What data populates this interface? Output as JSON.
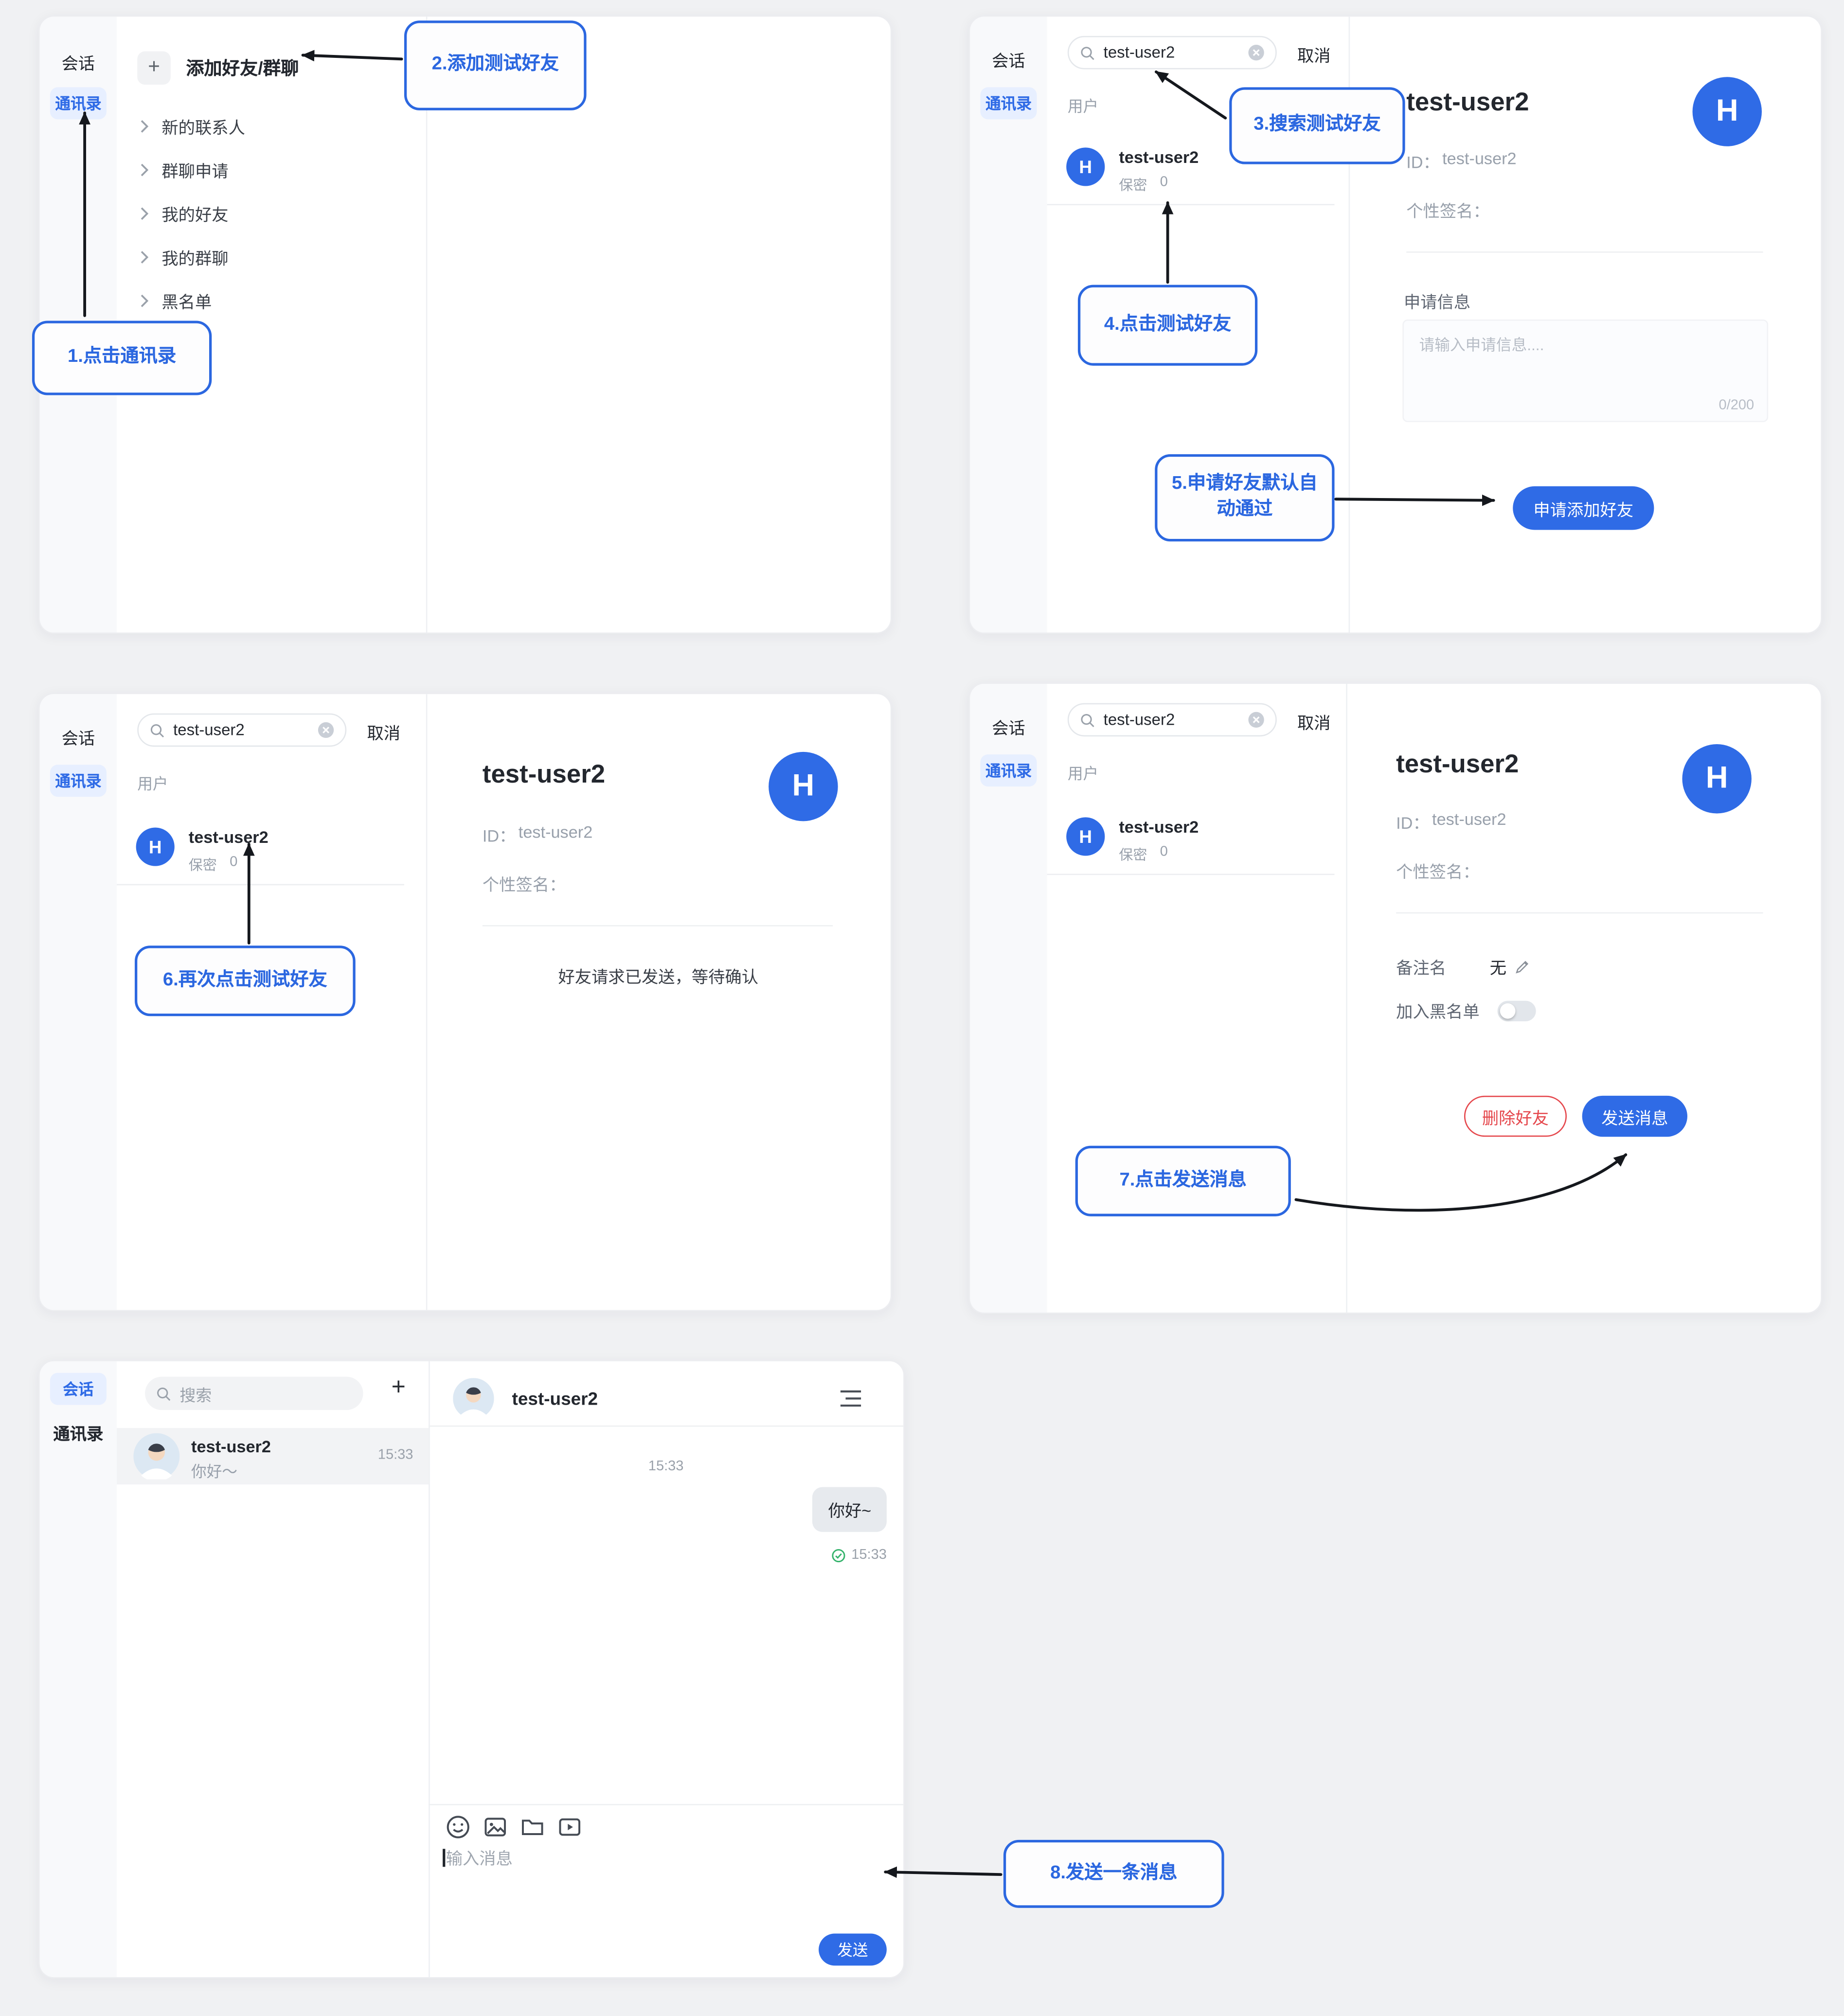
{
  "colors": {
    "accent": "#2f6be6",
    "annotation_blue": "#2b67e0",
    "danger": "#e5484d",
    "page_bg": "#f0f1f3"
  },
  "annotations": {
    "step1": "1.点击通讯录",
    "step2": "2.添加测试好友",
    "step3": "3.搜索测试好友",
    "step4": "4.点击测试好友",
    "step5": "5.申请好友默认自动通过",
    "step6": "6.再次点击测试好友",
    "step7": "7.点击发送消息",
    "step8": "8.发送一条消息"
  },
  "panel1": {
    "sidebar": {
      "session": "会话",
      "contacts": "通讯录"
    },
    "header": {
      "plus": "+",
      "title": "添加好友/群聊"
    },
    "list": [
      "新的联系人",
      "群聊申请",
      "我的好友",
      "我的群聊",
      "黑名单"
    ]
  },
  "panel2": {
    "sidebar": {
      "session": "会话",
      "contacts": "通讯录"
    },
    "search": {
      "value": "test-user2",
      "cancel": "取消"
    },
    "user_section": "用户",
    "user": {
      "avatar": "H",
      "name": "test-user2",
      "privacy": "保密",
      "count": "0"
    },
    "profile": {
      "name": "test-user2",
      "avatar": "H",
      "id_label": "ID：",
      "id_value": "test-user2",
      "signature_label": "个性签名：",
      "apply_label": "申请信息",
      "apply_placeholder": "请输入申请信息....",
      "counter": "0/200",
      "apply_button": "申请添加好友"
    }
  },
  "panel3": {
    "sidebar": {
      "session": "会话",
      "contacts": "通讯录"
    },
    "search": {
      "value": "test-user2",
      "cancel": "取消"
    },
    "user_section": "用户",
    "user": {
      "avatar": "H",
      "name": "test-user2",
      "privacy": "保密",
      "count": "0"
    },
    "profile": {
      "name": "test-user2",
      "avatar": "H",
      "id_label": "ID：",
      "id_value": "test-user2",
      "signature_label": "个性签名：",
      "status": "好友请求已发送，等待确认"
    }
  },
  "panel4": {
    "sidebar": {
      "session": "会话",
      "contacts": "通讯录"
    },
    "search": {
      "value": "test-user2",
      "cancel": "取消"
    },
    "user_section": "用户",
    "user": {
      "avatar": "H",
      "name": "test-user2",
      "privacy": "保密",
      "count": "0"
    },
    "profile": {
      "name": "test-user2",
      "avatar": "H",
      "id_label": "ID：",
      "id_value": "test-user2",
      "signature_label": "个性签名：",
      "remark_label": "备注名",
      "remark_value": "无",
      "blacklist_label": "加入黑名单",
      "delete_button": "删除好友",
      "send_button": "发送消息"
    }
  },
  "panel5": {
    "sidebar": {
      "session": "会话",
      "contacts": "通讯录"
    },
    "search_placeholder": "搜索",
    "plus": "+",
    "conversation": {
      "name": "test-user2",
      "preview": "你好～",
      "time": "15:33"
    },
    "chat": {
      "title": "test-user2",
      "day_time": "15:33",
      "message": "你好~",
      "receipt_time": "15:33",
      "input_placeholder": "输入消息",
      "send_button": "发送"
    }
  }
}
